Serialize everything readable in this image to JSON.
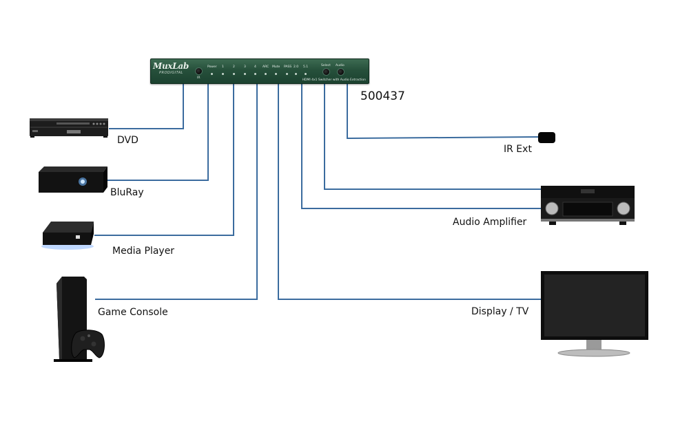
{
  "switcher": {
    "brand": "MuxLab",
    "brand_sub": "PRODIGITAL",
    "model_number": "500437",
    "tagline": "HDMI 4x1 Switcher with Audio Extraction",
    "ir_label": "IR",
    "indicators": [
      "Power",
      "1",
      "2",
      "3",
      "4",
      "ARC",
      "Mute",
      "PASS",
      "2.0",
      "5.1"
    ],
    "buttons": [
      "Select",
      "Audio"
    ]
  },
  "sources": [
    {
      "label": "DVD",
      "icon": "dvd-player-icon"
    },
    {
      "label": "BluRay",
      "icon": "bluray-player-icon"
    },
    {
      "label": "Media Player",
      "icon": "media-player-icon"
    },
    {
      "label": "Game Console",
      "icon": "game-console-icon"
    }
  ],
  "outputs": [
    {
      "label": "IR Ext",
      "icon": "ir-extender-icon"
    },
    {
      "label": "Audio Amplifier",
      "icon": "audio-amplifier-icon"
    },
    {
      "label": "Display / TV",
      "icon": "display-tv-icon"
    }
  ],
  "colors": {
    "wire": "#2f67a8",
    "switch_body": "#26503b"
  }
}
